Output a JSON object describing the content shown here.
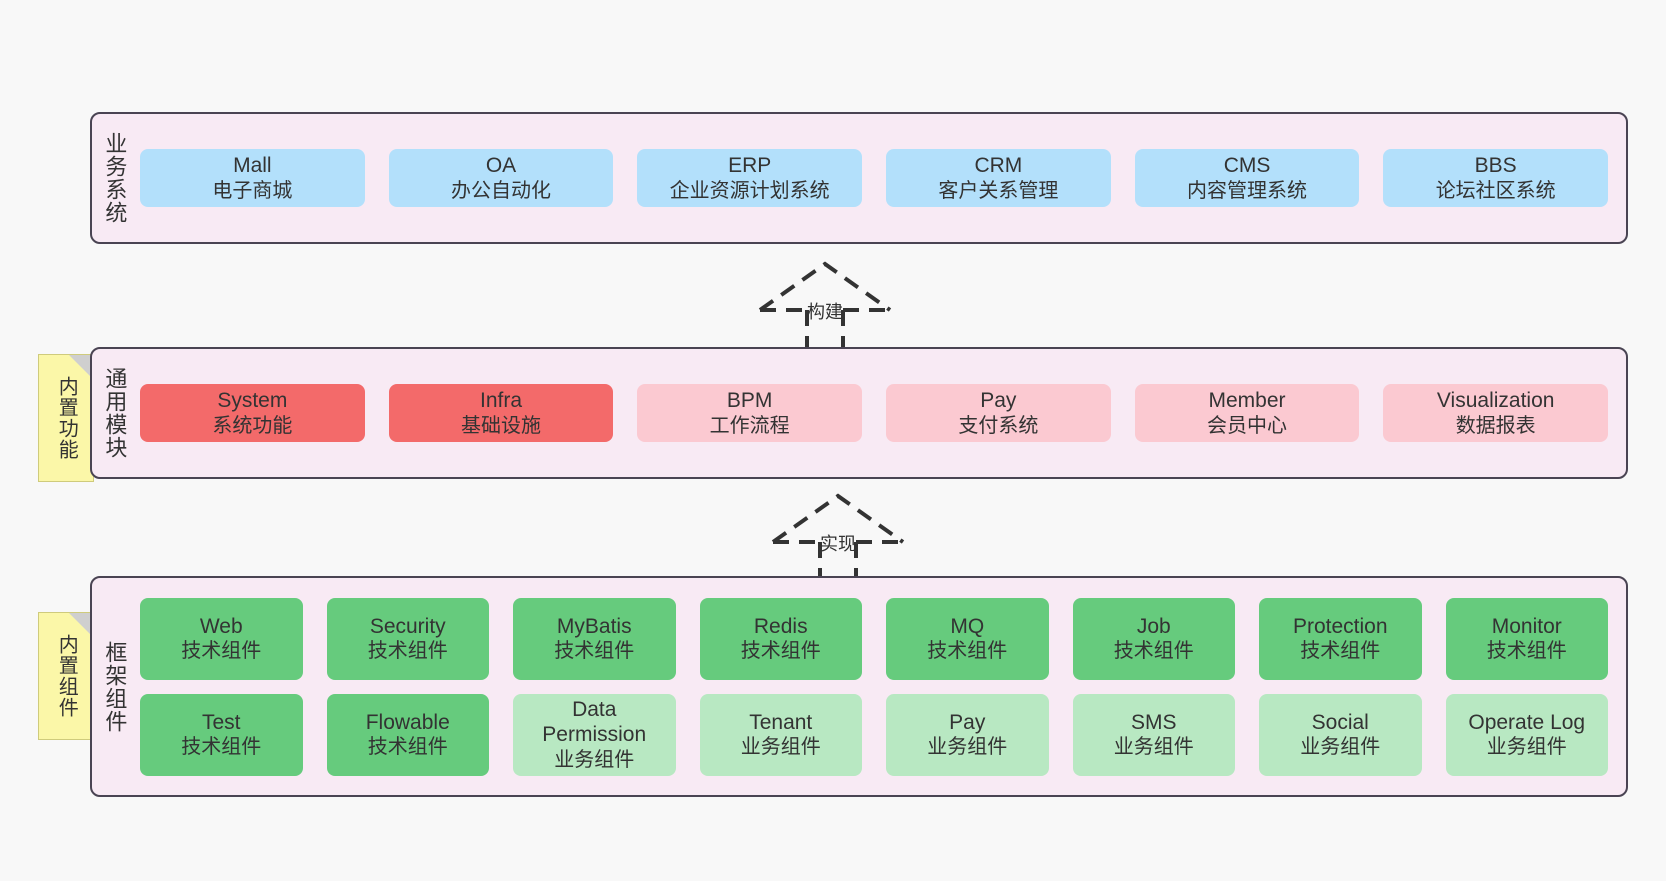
{
  "diagram": {
    "background_color": "#f8f8f8",
    "panel_color": "#f8eaf4",
    "panel_border_color": "#4a4453"
  },
  "layers": [
    {
      "id": "business-system",
      "title": "业务系统",
      "note": null,
      "rows": [
        {
          "nodes": [
            {
              "en": "Mall",
              "cn": "电子商城",
              "color": "#b3e0fb",
              "variant": "c-blue"
            },
            {
              "en": "OA",
              "cn": "办公自动化",
              "color": "#b3e0fb",
              "variant": "c-blue"
            },
            {
              "en": "ERP",
              "cn": "企业资源计划系统",
              "color": "#b3e0fb",
              "variant": "c-blue"
            },
            {
              "en": "CRM",
              "cn": "客户关系管理",
              "color": "#b3e0fb",
              "variant": "c-blue"
            },
            {
              "en": "CMS",
              "cn": "内容管理系统",
              "color": "#b3e0fb",
              "variant": "c-blue"
            },
            {
              "en": "BBS",
              "cn": "论坛社区系统",
              "color": "#b3e0fb",
              "variant": "c-blue"
            }
          ]
        }
      ]
    },
    {
      "id": "common-module",
      "title": "通用模块",
      "note": "内置功能",
      "rows": [
        {
          "nodes": [
            {
              "en": "System",
              "cn": "系统功能",
              "color": "#f36a6a",
              "variant": "c-red"
            },
            {
              "en": "Infra",
              "cn": "基础设施",
              "color": "#f36a6a",
              "variant": "c-red"
            },
            {
              "en": "BPM",
              "cn": "工作流程",
              "color": "#fbc9d1",
              "variant": "c-pink"
            },
            {
              "en": "Pay",
              "cn": "支付系统",
              "color": "#fbc9d1",
              "variant": "c-pink"
            },
            {
              "en": "Member",
              "cn": "会员中心",
              "color": "#fbc9d1",
              "variant": "c-pink"
            },
            {
              "en": "Visualization",
              "cn": "数据报表",
              "color": "#fbc9d1",
              "variant": "c-pink"
            }
          ]
        }
      ]
    },
    {
      "id": "framework-component",
      "title": "框架组件",
      "note": "内置组件",
      "rows": [
        {
          "nodes": [
            {
              "en": "Web",
              "cn": "技术组件",
              "color": "#66cb7d",
              "variant": "c-green"
            },
            {
              "en": "Security",
              "cn": "技术组件",
              "color": "#66cb7d",
              "variant": "c-green"
            },
            {
              "en": "MyBatis",
              "cn": "技术组件",
              "color": "#66cb7d",
              "variant": "c-green"
            },
            {
              "en": "Redis",
              "cn": "技术组件",
              "color": "#66cb7d",
              "variant": "c-green"
            },
            {
              "en": "MQ",
              "cn": "技术组件",
              "color": "#66cb7d",
              "variant": "c-green"
            },
            {
              "en": "Job",
              "cn": "技术组件",
              "color": "#66cb7d",
              "variant": "c-green"
            },
            {
              "en": "Protection",
              "cn": "技术组件",
              "color": "#66cb7d",
              "variant": "c-green"
            },
            {
              "en": "Monitor",
              "cn": "技术组件",
              "color": "#66cb7d",
              "variant": "c-green"
            }
          ]
        },
        {
          "nodes": [
            {
              "en": "Test",
              "cn": "技术组件",
              "color": "#66cb7d",
              "variant": "c-green"
            },
            {
              "en": "Flowable",
              "cn": "技术组件",
              "color": "#66cb7d",
              "variant": "c-green"
            },
            {
              "en": "Data Permission",
              "cn": "业务组件",
              "color": "#b8e8c2",
              "variant": "c-green-light"
            },
            {
              "en": "Tenant",
              "cn": "业务组件",
              "color": "#b8e8c2",
              "variant": "c-green-light"
            },
            {
              "en": "Pay",
              "cn": "业务组件",
              "color": "#b8e8c2",
              "variant": "c-green-light"
            },
            {
              "en": "SMS",
              "cn": "业务组件",
              "color": "#b8e8c2",
              "variant": "c-green-light"
            },
            {
              "en": "Social",
              "cn": "业务组件",
              "color": "#b8e8c2",
              "variant": "c-green-light"
            },
            {
              "en": "Operate Log",
              "cn": "业务组件",
              "color": "#b8e8c2",
              "variant": "c-green-light"
            }
          ]
        }
      ]
    }
  ],
  "connectors": [
    {
      "id": "build",
      "label": "构建",
      "from": "common-module",
      "to": "business-system",
      "style": "dashed-hollow-arrow-up"
    },
    {
      "id": "implement",
      "label": "实现",
      "from": "framework-component",
      "to": "common-module",
      "style": "dashed-hollow-arrow-up"
    }
  ]
}
